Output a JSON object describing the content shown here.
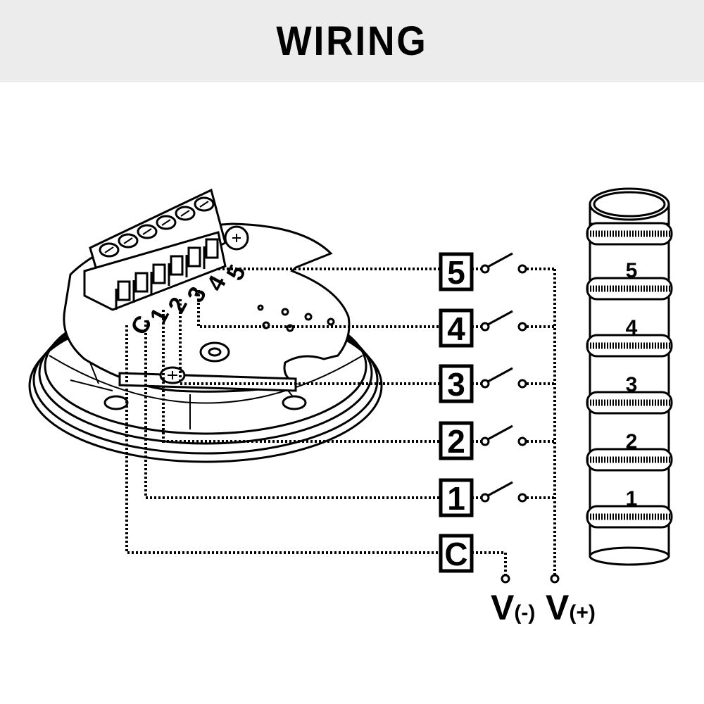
{
  "header": {
    "title": "WIRING"
  },
  "terminal_labels": [
    "C",
    "1",
    "2",
    "3",
    "4",
    "5"
  ],
  "terminal_boxes": [
    "5",
    "4",
    "3",
    "2",
    "1",
    "C"
  ],
  "tower_tiers": [
    "5",
    "4",
    "3",
    "2",
    "1"
  ],
  "supply": {
    "negative_main": "V",
    "negative_sub": "(-)",
    "positive_main": "V",
    "positive_sub": "(+)"
  }
}
